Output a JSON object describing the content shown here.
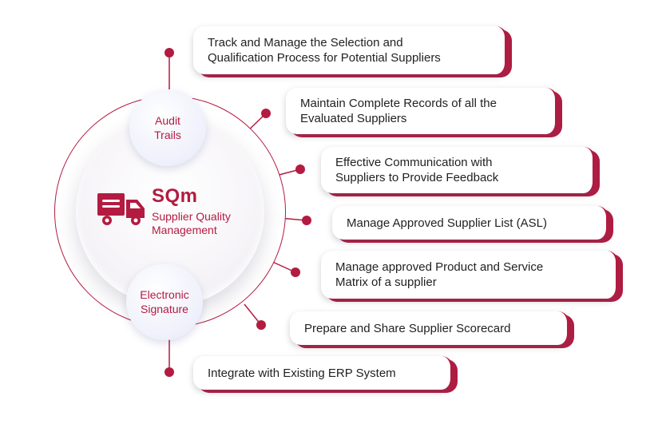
{
  "center": {
    "title": "SQm",
    "subtitle_line1": "Supplier Quality",
    "subtitle_line2": "Management",
    "icon": "truck-icon"
  },
  "bubbles": {
    "audit": {
      "line1": "Audit",
      "line2": "Trails"
    },
    "esign": {
      "line1": "Electronic",
      "line2": "Signature"
    }
  },
  "items": [
    {
      "line1": "Track and Manage the Selection and",
      "line2": "Qualification Process for Potential Suppliers"
    },
    {
      "line1": "Maintain Complete Records of all the",
      "line2": "Evaluated Suppliers"
    },
    {
      "line1": "Effective Communication with",
      "line2": "Suppliers to Provide Feedback"
    },
    {
      "line1": "Manage Approved Supplier List (ASL)"
    },
    {
      "line1": "Manage approved Product and Service",
      "line2": "Matrix of a supplier"
    },
    {
      "line1": "Prepare and Share Supplier Scorecard"
    },
    {
      "line1": "Integrate with Existing ERP System"
    }
  ],
  "colors": {
    "accent": "#b31b41",
    "text": "#222222"
  }
}
